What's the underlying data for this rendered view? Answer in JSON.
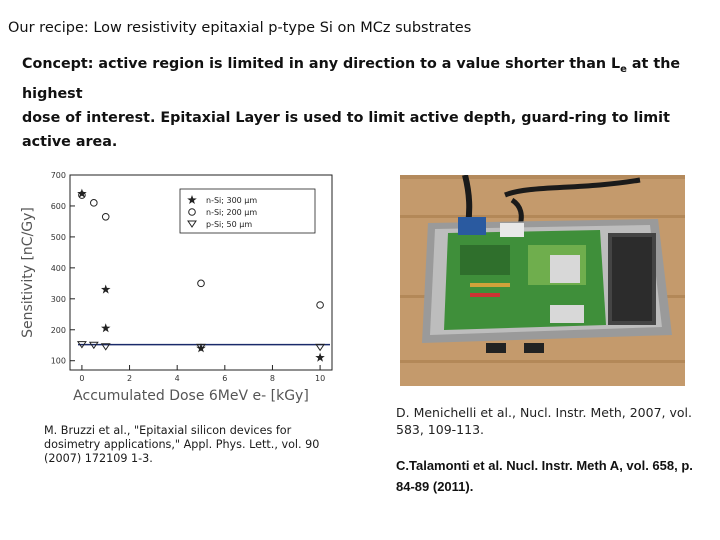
{
  "title": "Our recipe: Low resistivity epitaxial p-type Si on MCz substrates",
  "concept": {
    "line1_a": "Concept: active region is limited in any direction to a value shorter than L",
    "line1_sub": "e",
    "line1_b": " at the highest",
    "line2": "dose of interest. Epitaxial Layer is used to limit active depth, guard-ring to limit active area."
  },
  "chart_caption": "M. Bruzzi et al., \"Epitaxial silicon devices for dosimetry applications,\" Appl. Phys. Lett., vol. 90 (2007) 172109 1-3.",
  "ref1": "D. Menichelli et al., Nucl. Instr. Meth, 2007, vol. 583, 109-113.",
  "ref2": "C.Talamonti et al. Nucl. Instr. Meth A, vol. 658, p. 84-89 (2011).",
  "colors": {
    "text": "#111111",
    "photo_wood": "#c49a6c",
    "board_green": "#3f8f3a"
  },
  "chart_data": {
    "type": "scatter",
    "title": "",
    "xlabel": "Accumulated Dose 6MeV e- [kGy]",
    "ylabel": "Sensitivity [nC/Gy]",
    "xlim": [
      -0.5,
      10.5
    ],
    "ylim": [
      70,
      700
    ],
    "xticks": [
      0,
      2,
      4,
      6,
      8,
      10
    ],
    "yticks": [
      100,
      200,
      300,
      400,
      500,
      600,
      700
    ],
    "legend_position": "top-right",
    "series": [
      {
        "name": "n-Si; 300 µm",
        "marker": "star",
        "x": [
          0,
          1,
          1.0,
          5,
          10
        ],
        "y": [
          640,
          330,
          205,
          140,
          110
        ]
      },
      {
        "name": "n-Si; 200 µm",
        "marker": "circle",
        "x": [
          0,
          0.5,
          1,
          5,
          10
        ],
        "y": [
          635,
          610,
          565,
          350,
          280
        ]
      },
      {
        "name": "p-Si; 50 µm",
        "marker": "triangle",
        "x": [
          0,
          0.5,
          1,
          5,
          10
        ],
        "y": [
          152,
          150,
          145,
          143,
          143
        ]
      }
    ],
    "reference_line_y": 152
  }
}
